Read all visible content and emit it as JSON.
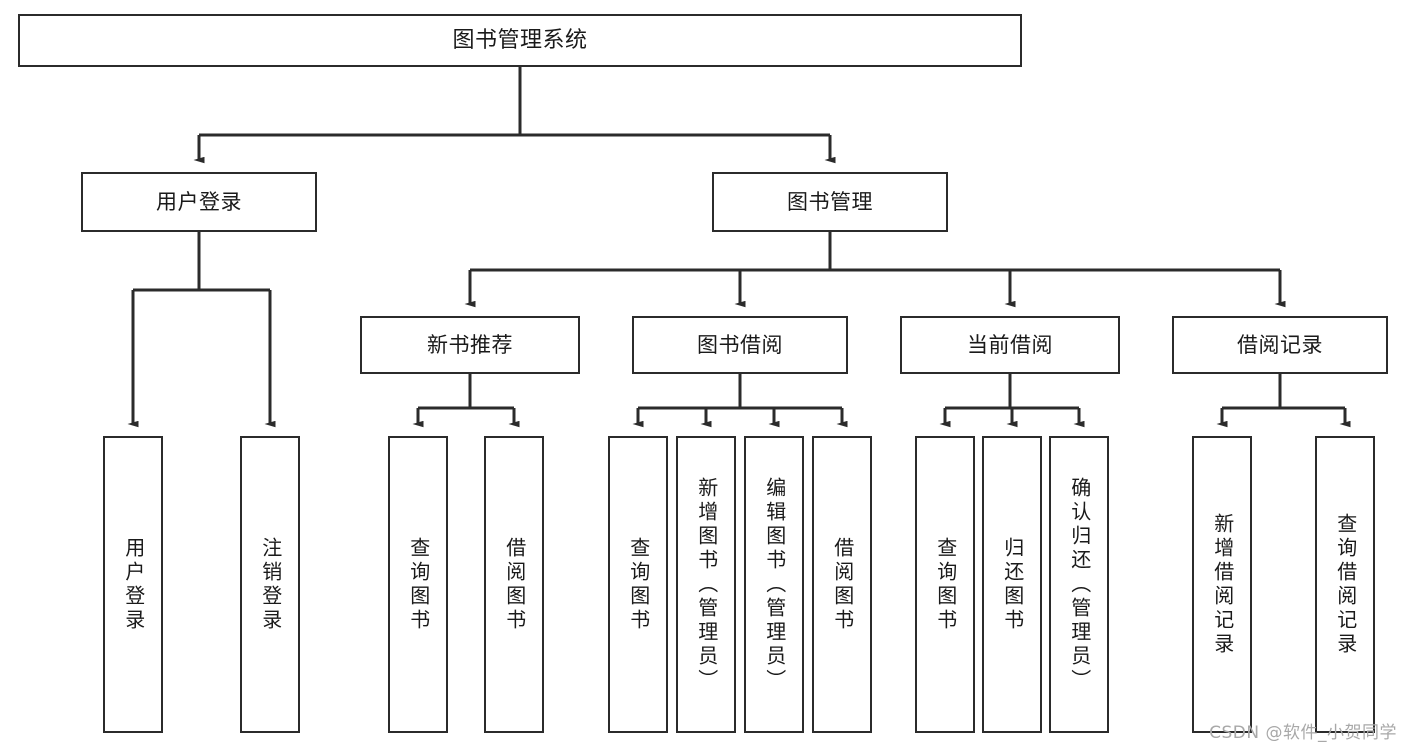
{
  "diagram": {
    "title": "图书管理系统",
    "type": "tree-hierarchy-diagram",
    "watermark": "CSDN @软件_小贺同学",
    "colors": {
      "stroke": "#2b2b2b",
      "fill": "#ffffff",
      "text": "#1a1a1a",
      "watermark": "#a8a8a8"
    }
  },
  "nodes": {
    "root": {
      "label": "图书管理系统"
    },
    "level1": [
      {
        "label": "用户登录"
      },
      {
        "label": "图书管理"
      }
    ],
    "level2": [
      {
        "label": "新书推荐"
      },
      {
        "label": "图书借阅"
      },
      {
        "label": "当前借阅"
      },
      {
        "label": "借阅记录"
      }
    ],
    "leaves": {
      "user_login": [
        {
          "label": "用户登录"
        },
        {
          "label": "注销登录"
        }
      ],
      "new_book": [
        {
          "label": "查询图书"
        },
        {
          "label": "借阅图书"
        }
      ],
      "book_borrow": [
        {
          "label": "查询图书"
        },
        {
          "label": "新增图书（管理员）"
        },
        {
          "label": "编辑图书（管理员）"
        },
        {
          "label": "借阅图书"
        }
      ],
      "current_borrow": [
        {
          "label": "查询图书"
        },
        {
          "label": "归还图书"
        },
        {
          "label": "确认归还（管理员）"
        }
      ],
      "borrow_record": [
        {
          "label": "新增借阅记录"
        },
        {
          "label": "查询借阅记录"
        }
      ]
    }
  }
}
